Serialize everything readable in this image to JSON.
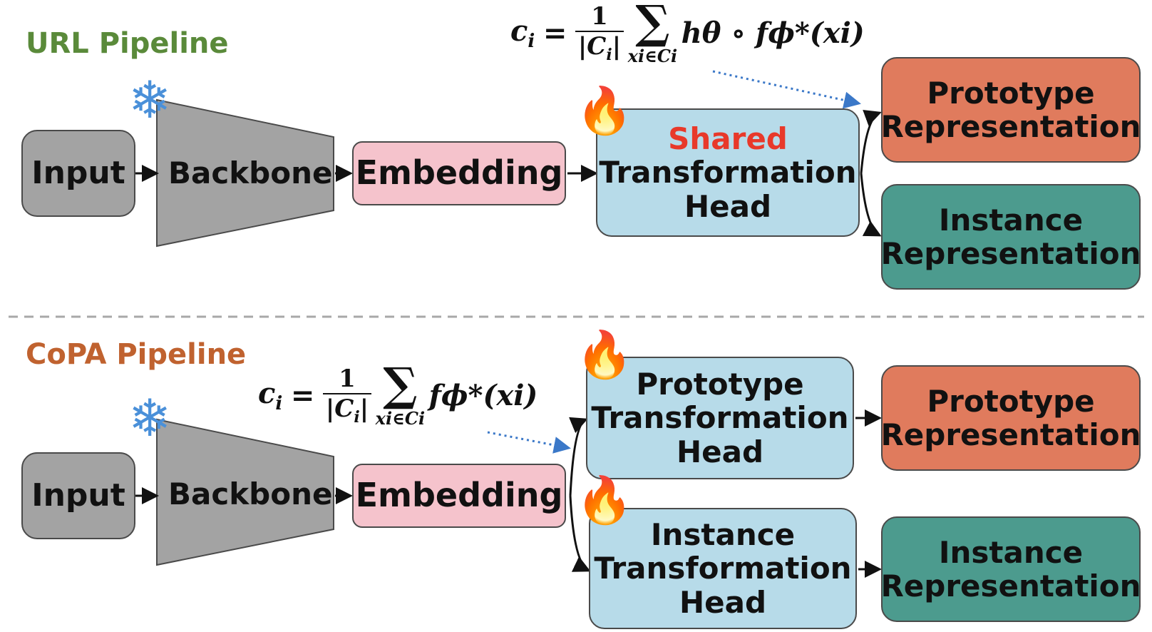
{
  "colors": {
    "url_title": "#5a8a3a",
    "copa_title": "#c0622f",
    "shared_word": "#e8392a",
    "dotted_arrow": "#3b78c8"
  },
  "icons": {
    "frozen": "snowflake-icon",
    "trainable": "fire-icon"
  },
  "url_pipeline": {
    "title": "URL Pipeline",
    "input": "Input",
    "backbone": "Backbone",
    "embedding": "Embedding",
    "head_shared": "Shared",
    "head_line2": "Transformation",
    "head_line3": "Head",
    "proto_line1": "Prototype",
    "proto_line2": "Representation",
    "inst_line1": "Instance",
    "inst_line2": "Representation",
    "formula": {
      "lhs": "c",
      "lhs_sub": "i",
      "eq": "=",
      "num": "1",
      "den": "|C",
      "den_sub": "i",
      "den_end": "|",
      "sigma": "∑",
      "sum_sub": "xi∈Ci",
      "term": "hθ ∘ fϕ*(xi)"
    }
  },
  "copa_pipeline": {
    "title": "CoPA Pipeline",
    "input": "Input",
    "backbone": "Backbone",
    "embedding": "Embedding",
    "proto_head_line1": "Prototype",
    "proto_head_line2": "Transformation",
    "proto_head_line3": "Head",
    "inst_head_line1": "Instance",
    "inst_head_line2": "Transformation",
    "inst_head_line3": "Head",
    "proto_line1": "Prototype",
    "proto_line2": "Representation",
    "inst_line1": "Instance",
    "inst_line2": "Representation",
    "formula": {
      "lhs": "c",
      "lhs_sub": "i",
      "eq": "=",
      "num": "1",
      "den": "|C",
      "den_sub": "i",
      "den_end": "|",
      "sigma": "∑",
      "sum_sub": "xi∈Ci",
      "term": "fϕ*(xi)"
    }
  }
}
